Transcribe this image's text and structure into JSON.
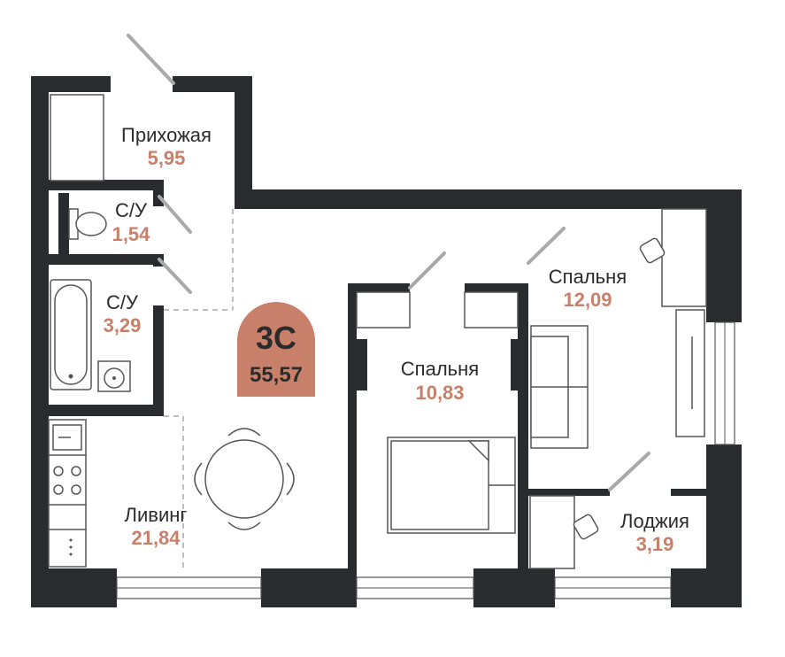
{
  "plan": {
    "badge": {
      "type": "3С",
      "area": "55,57",
      "color": "#c9806a"
    },
    "rooms": [
      {
        "id": "hall",
        "name": "Прихожая",
        "area": "5,95"
      },
      {
        "id": "wc1",
        "name": "С/У",
        "area": "1,54"
      },
      {
        "id": "wc2",
        "name": "С/У",
        "area": "3,29"
      },
      {
        "id": "living",
        "name": "Ливинг",
        "area": "21,84"
      },
      {
        "id": "bedroom1",
        "name": "Спальня",
        "area": "10,83"
      },
      {
        "id": "bedroom2",
        "name": "Спальня",
        "area": "12,09"
      },
      {
        "id": "loggia",
        "name": "Лоджия",
        "area": "3,19"
      }
    ],
    "colors": {
      "wall": "#2a2b2f",
      "area_text": "#c9806a",
      "door": "#a9a9a9"
    }
  }
}
